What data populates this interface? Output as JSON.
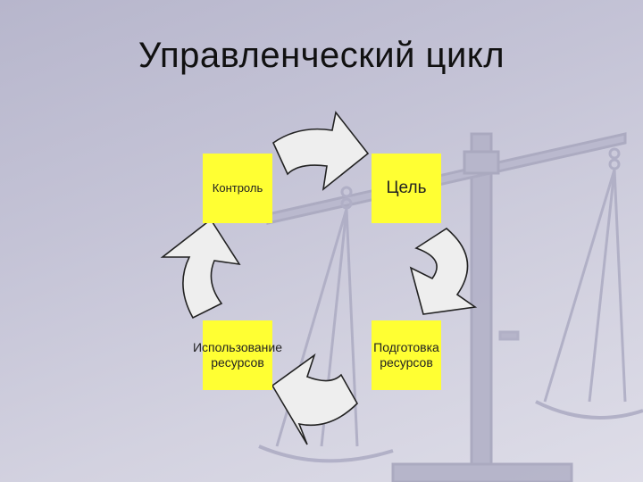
{
  "slide": {
    "title": "Управленческий цикл"
  },
  "cycle": {
    "nodes": {
      "control": "Контроль",
      "goal": "Цель",
      "resource_use": "Использование ресурсов",
      "resource_prep": "Подготовка ресурсов"
    },
    "flow": [
      "Цель",
      "Подготовка ресурсов",
      "Использование ресурсов",
      "Контроль",
      "Цель"
    ]
  },
  "colors": {
    "box_fill": "#ffff33",
    "arrow_fill": "#eeeeee",
    "arrow_stroke": "#222222",
    "background": "#c4c3d6"
  },
  "decor": {
    "background_image": "scales-of-justice"
  }
}
